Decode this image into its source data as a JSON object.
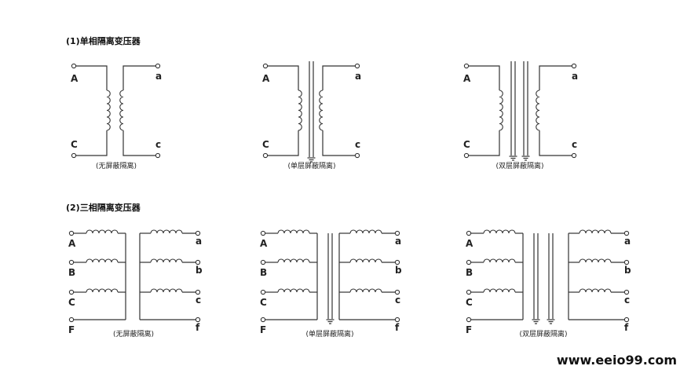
{
  "sections": {
    "single_phase": {
      "title": "(1)单相隔离变压器",
      "diagrams": [
        {
          "caption": "(无屏蔽隔离)",
          "primary": [
            "A",
            "C"
          ],
          "secondary": [
            "a",
            "c"
          ]
        },
        {
          "caption": "(单层屏蔽隔离)",
          "primary": [
            "A",
            "C"
          ],
          "secondary": [
            "a",
            "c"
          ]
        },
        {
          "caption": "(双层屏蔽隔离)",
          "primary": [
            "A",
            "C"
          ],
          "secondary": [
            "a",
            "c"
          ]
        }
      ]
    },
    "three_phase": {
      "title": "(2)三相隔离变压器",
      "diagrams": [
        {
          "caption": "(无屏蔽隔离)",
          "primary": [
            "A",
            "B",
            "C",
            "F"
          ],
          "secondary": [
            "a",
            "b",
            "c",
            "f"
          ]
        },
        {
          "caption": "(单层屏蔽隔离)",
          "primary": [
            "A",
            "B",
            "C",
            "F"
          ],
          "secondary": [
            "a",
            "b",
            "c",
            "f"
          ]
        },
        {
          "caption": "(双层屏蔽隔离)",
          "primary": [
            "A",
            "B",
            "C",
            "F"
          ],
          "secondary": [
            "a",
            "b",
            "c",
            "f"
          ]
        }
      ]
    }
  },
  "watermark": "www.eeio99.com"
}
